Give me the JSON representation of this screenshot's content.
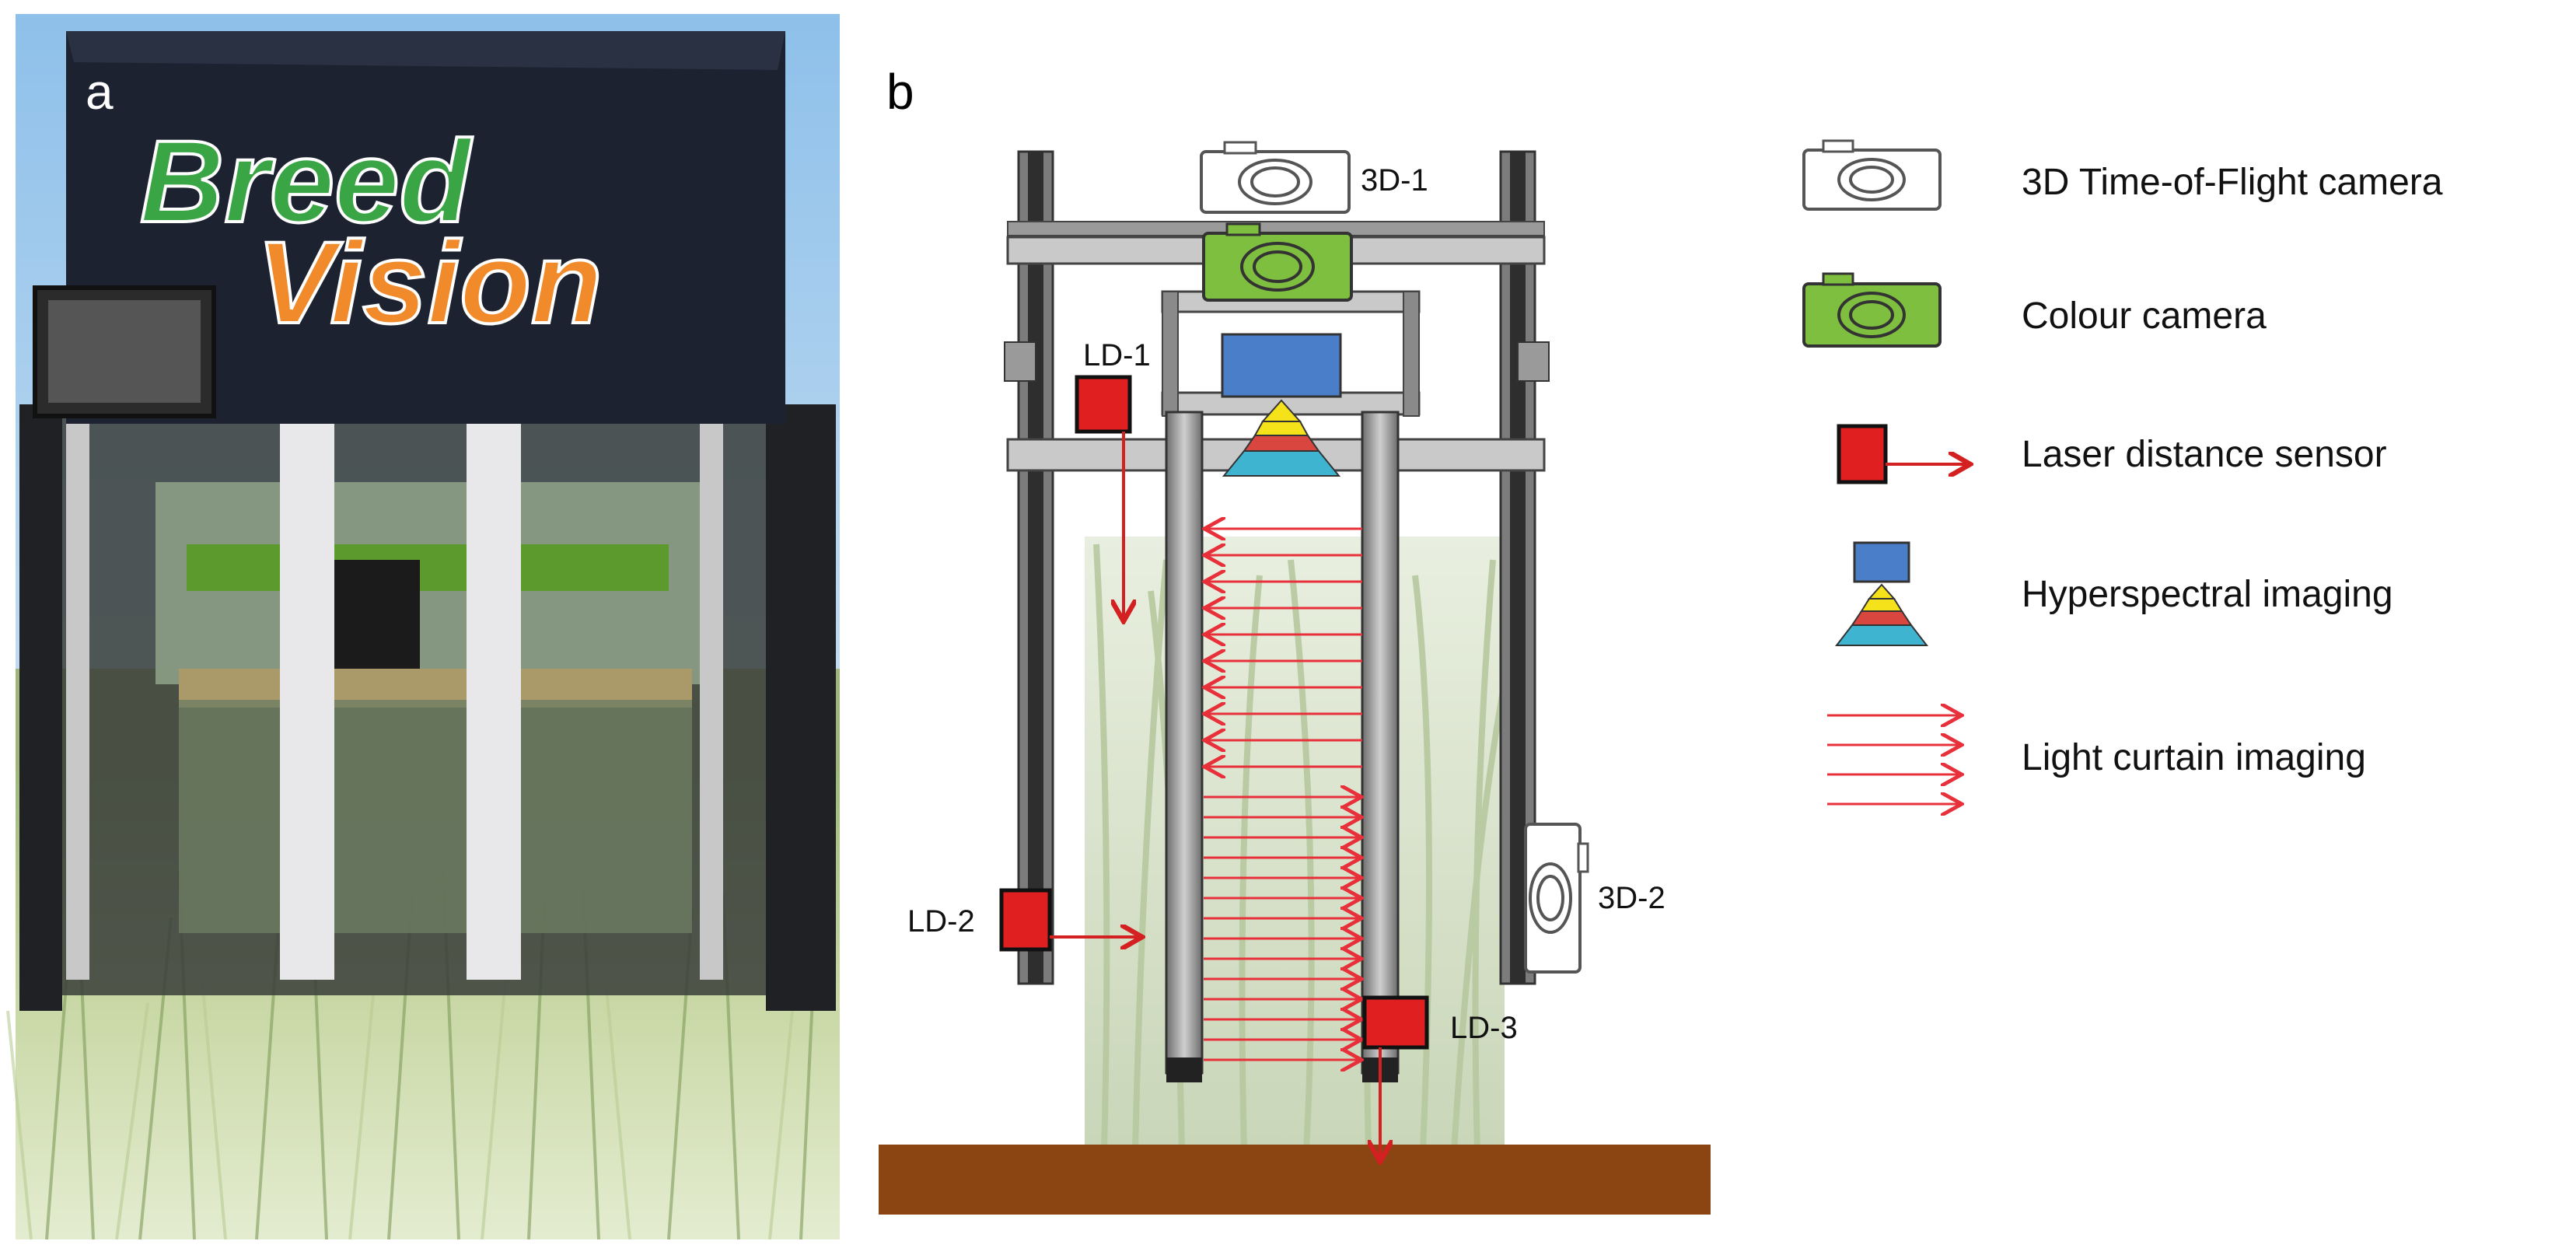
{
  "panels": {
    "a": {
      "label": "a",
      "banner_line1": "Breed",
      "banner_line2": "Vision"
    },
    "b": {
      "label": "b"
    }
  },
  "sensor_labels": {
    "cam1": "3D-1",
    "cam2": "3D-2",
    "ld1": "LD-1",
    "ld2": "LD-2",
    "ld3": "LD-3"
  },
  "legend": [
    {
      "icon": "tof-camera-icon",
      "label": "3D Time-of-Flight camera"
    },
    {
      "icon": "colour-camera-icon",
      "label": "Colour camera"
    },
    {
      "icon": "laser-sensor-icon",
      "label": "Laser distance sensor"
    },
    {
      "icon": "hyperspectral-icon",
      "label": "Hyperspectral imaging"
    },
    {
      "icon": "light-curtain-icon",
      "label": "Light curtain imaging"
    }
  ],
  "colors": {
    "laser_red": "#e02020",
    "arrow_red": "#e8303a",
    "camera_green": "#7fbf3f",
    "hyper_blue": "#4a7ec8",
    "hyper_yellow": "#f5e21a",
    "hyper_red": "#d9453f",
    "hyper_cyan": "#3fb4d0",
    "soil_brown": "#8b4513",
    "frame_gray": "#8a8a8a",
    "banner_green": "#3aa545",
    "banner_orange": "#f08a2a"
  }
}
